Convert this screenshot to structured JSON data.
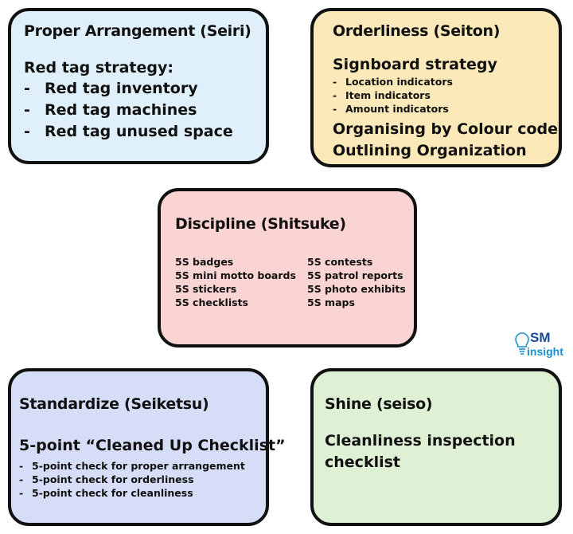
{
  "seiri": {
    "title": "Proper Arrangement (Seiri)",
    "heading": "Red tag strategy:",
    "items": [
      "Red tag inventory",
      "Red tag machines",
      "Red tag unused space"
    ]
  },
  "seiton": {
    "title": "Orderliness (Seiton)",
    "heading": "Signboard strategy",
    "sub_items": [
      "Location indicators",
      "Item indicators",
      "Amount indicators"
    ],
    "lines": [
      "Organising by Colour code",
      "Outlining Organization"
    ]
  },
  "shitsuke": {
    "title": "Discipline (Shitsuke)",
    "col1": [
      "5S badges",
      "5S mini motto boards",
      "5S stickers",
      "5S checklists"
    ],
    "col2": [
      "5S contests",
      "5S patrol reports",
      "5S photo exhibits",
      "5S maps"
    ]
  },
  "seiketsu": {
    "title": "Standardize (Seiketsu)",
    "heading": "5-point “Cleaned Up Checklist”",
    "items": [
      "5-point check for proper arrangement",
      "5-point check for orderliness",
      "5-point check for cleanliness"
    ]
  },
  "seiso": {
    "title": "Shine (seiso)",
    "lines": [
      "Cleanliness inspection",
      "checklist"
    ]
  },
  "logo": {
    "line1": "SM",
    "line2": "insight",
    "color": "#1a8fc9"
  },
  "colors": {
    "seiri": "#dff0fb",
    "seiton": "#fbe9b9",
    "shitsuke": "#f9d4d2",
    "seiketsu": "#d6ddf7",
    "seiso": "#def1d5",
    "border": "#111111"
  }
}
